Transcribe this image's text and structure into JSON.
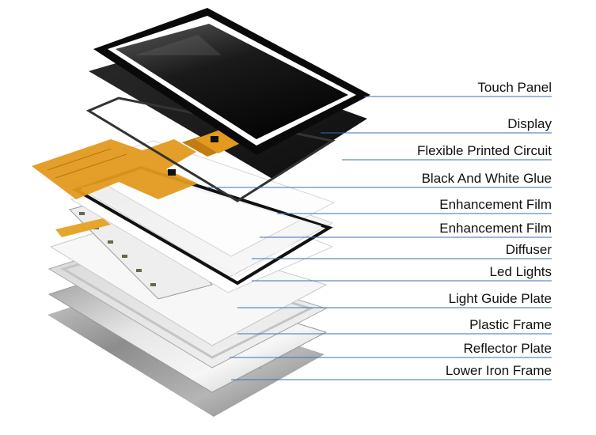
{
  "diagram": {
    "labels": [
      "Touch Panel",
      "Display",
      "Flexible Printed Circuit",
      "Black And White Glue",
      "Enhancement Film",
      "Enhancement Film",
      "Diffuser",
      "Led Lights",
      "Light Guide Plate",
      "Plastic Frame",
      "Reflector Plate",
      "Lower Iron Frame"
    ]
  },
  "colors": {
    "leader_line": "#3a6fb5",
    "fpc": "#e39a1f",
    "text": "#111111"
  }
}
